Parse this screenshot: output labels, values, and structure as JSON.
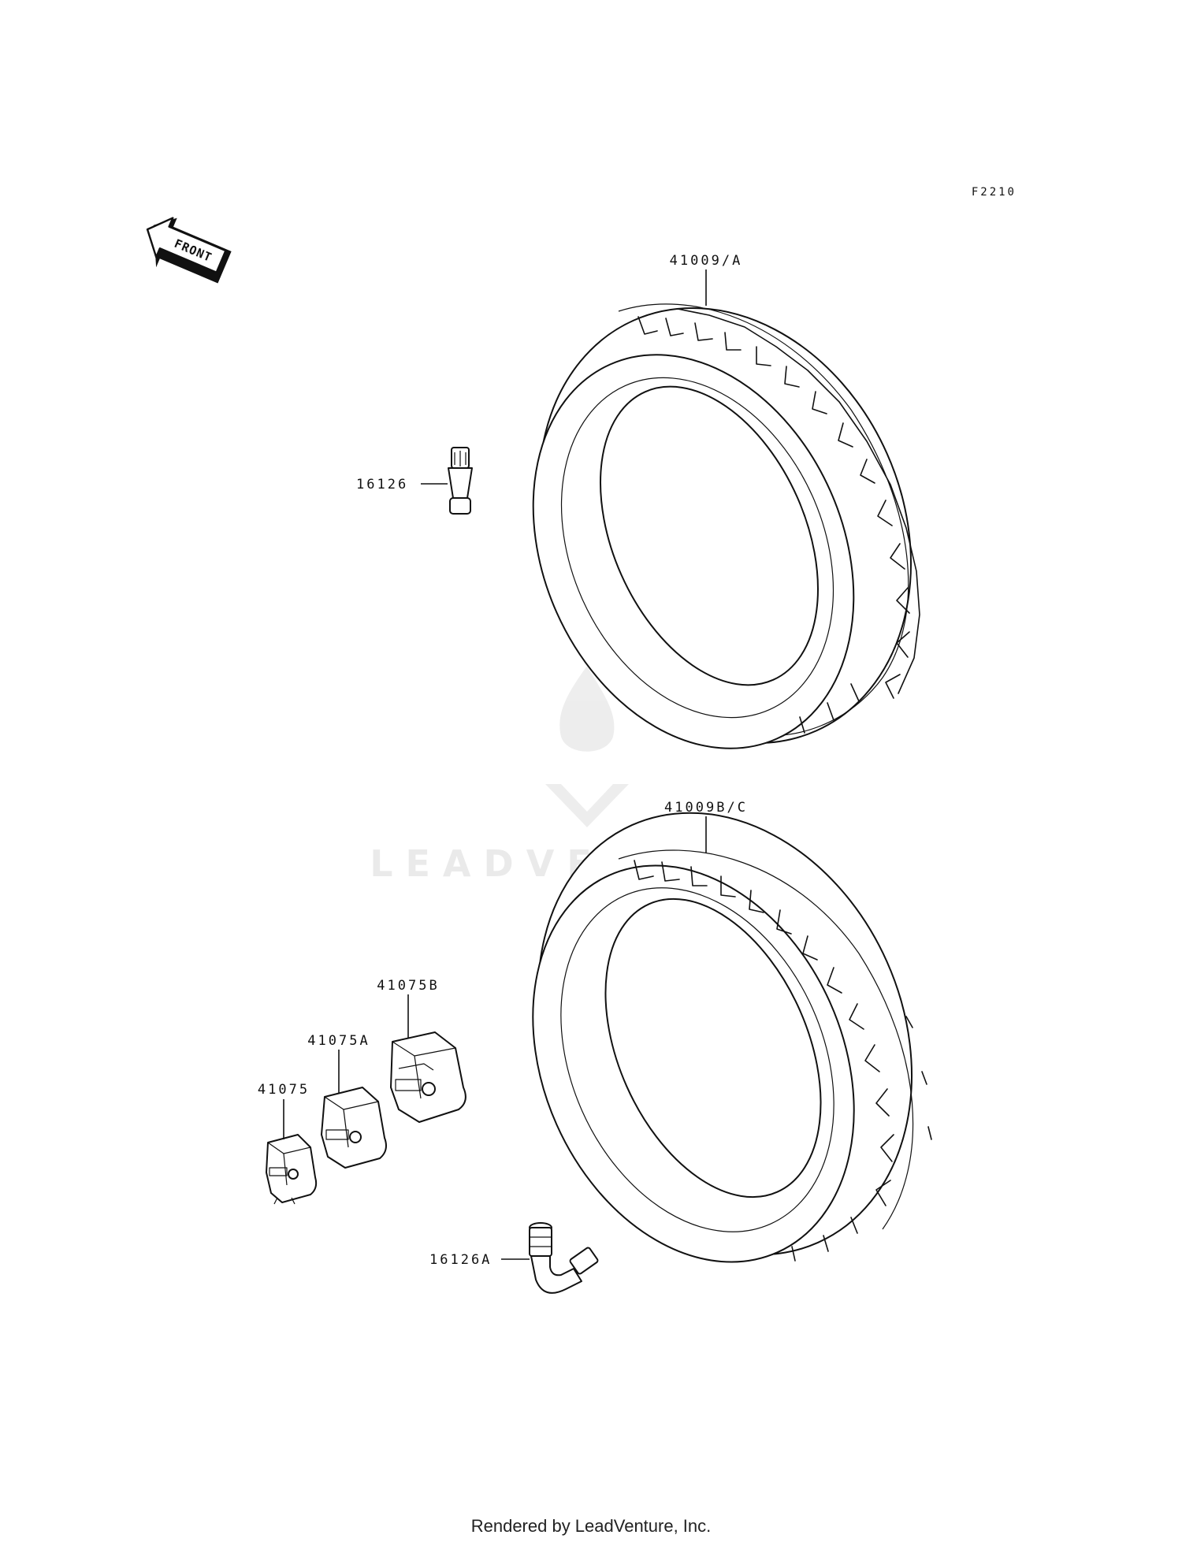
{
  "figure_code": "F2210",
  "front_label": "FRONT",
  "callouts": {
    "tire_rear": "41009/A",
    "tire_front": "41009B/C",
    "valve_straight": "16126",
    "valve_angled": "16126A",
    "weight_large": "41075B",
    "weight_medium": "41075A",
    "weight_small": "41075"
  },
  "watermark_text": "LEADVENTURE",
  "footer": "Rendered by LeadVenture, Inc."
}
